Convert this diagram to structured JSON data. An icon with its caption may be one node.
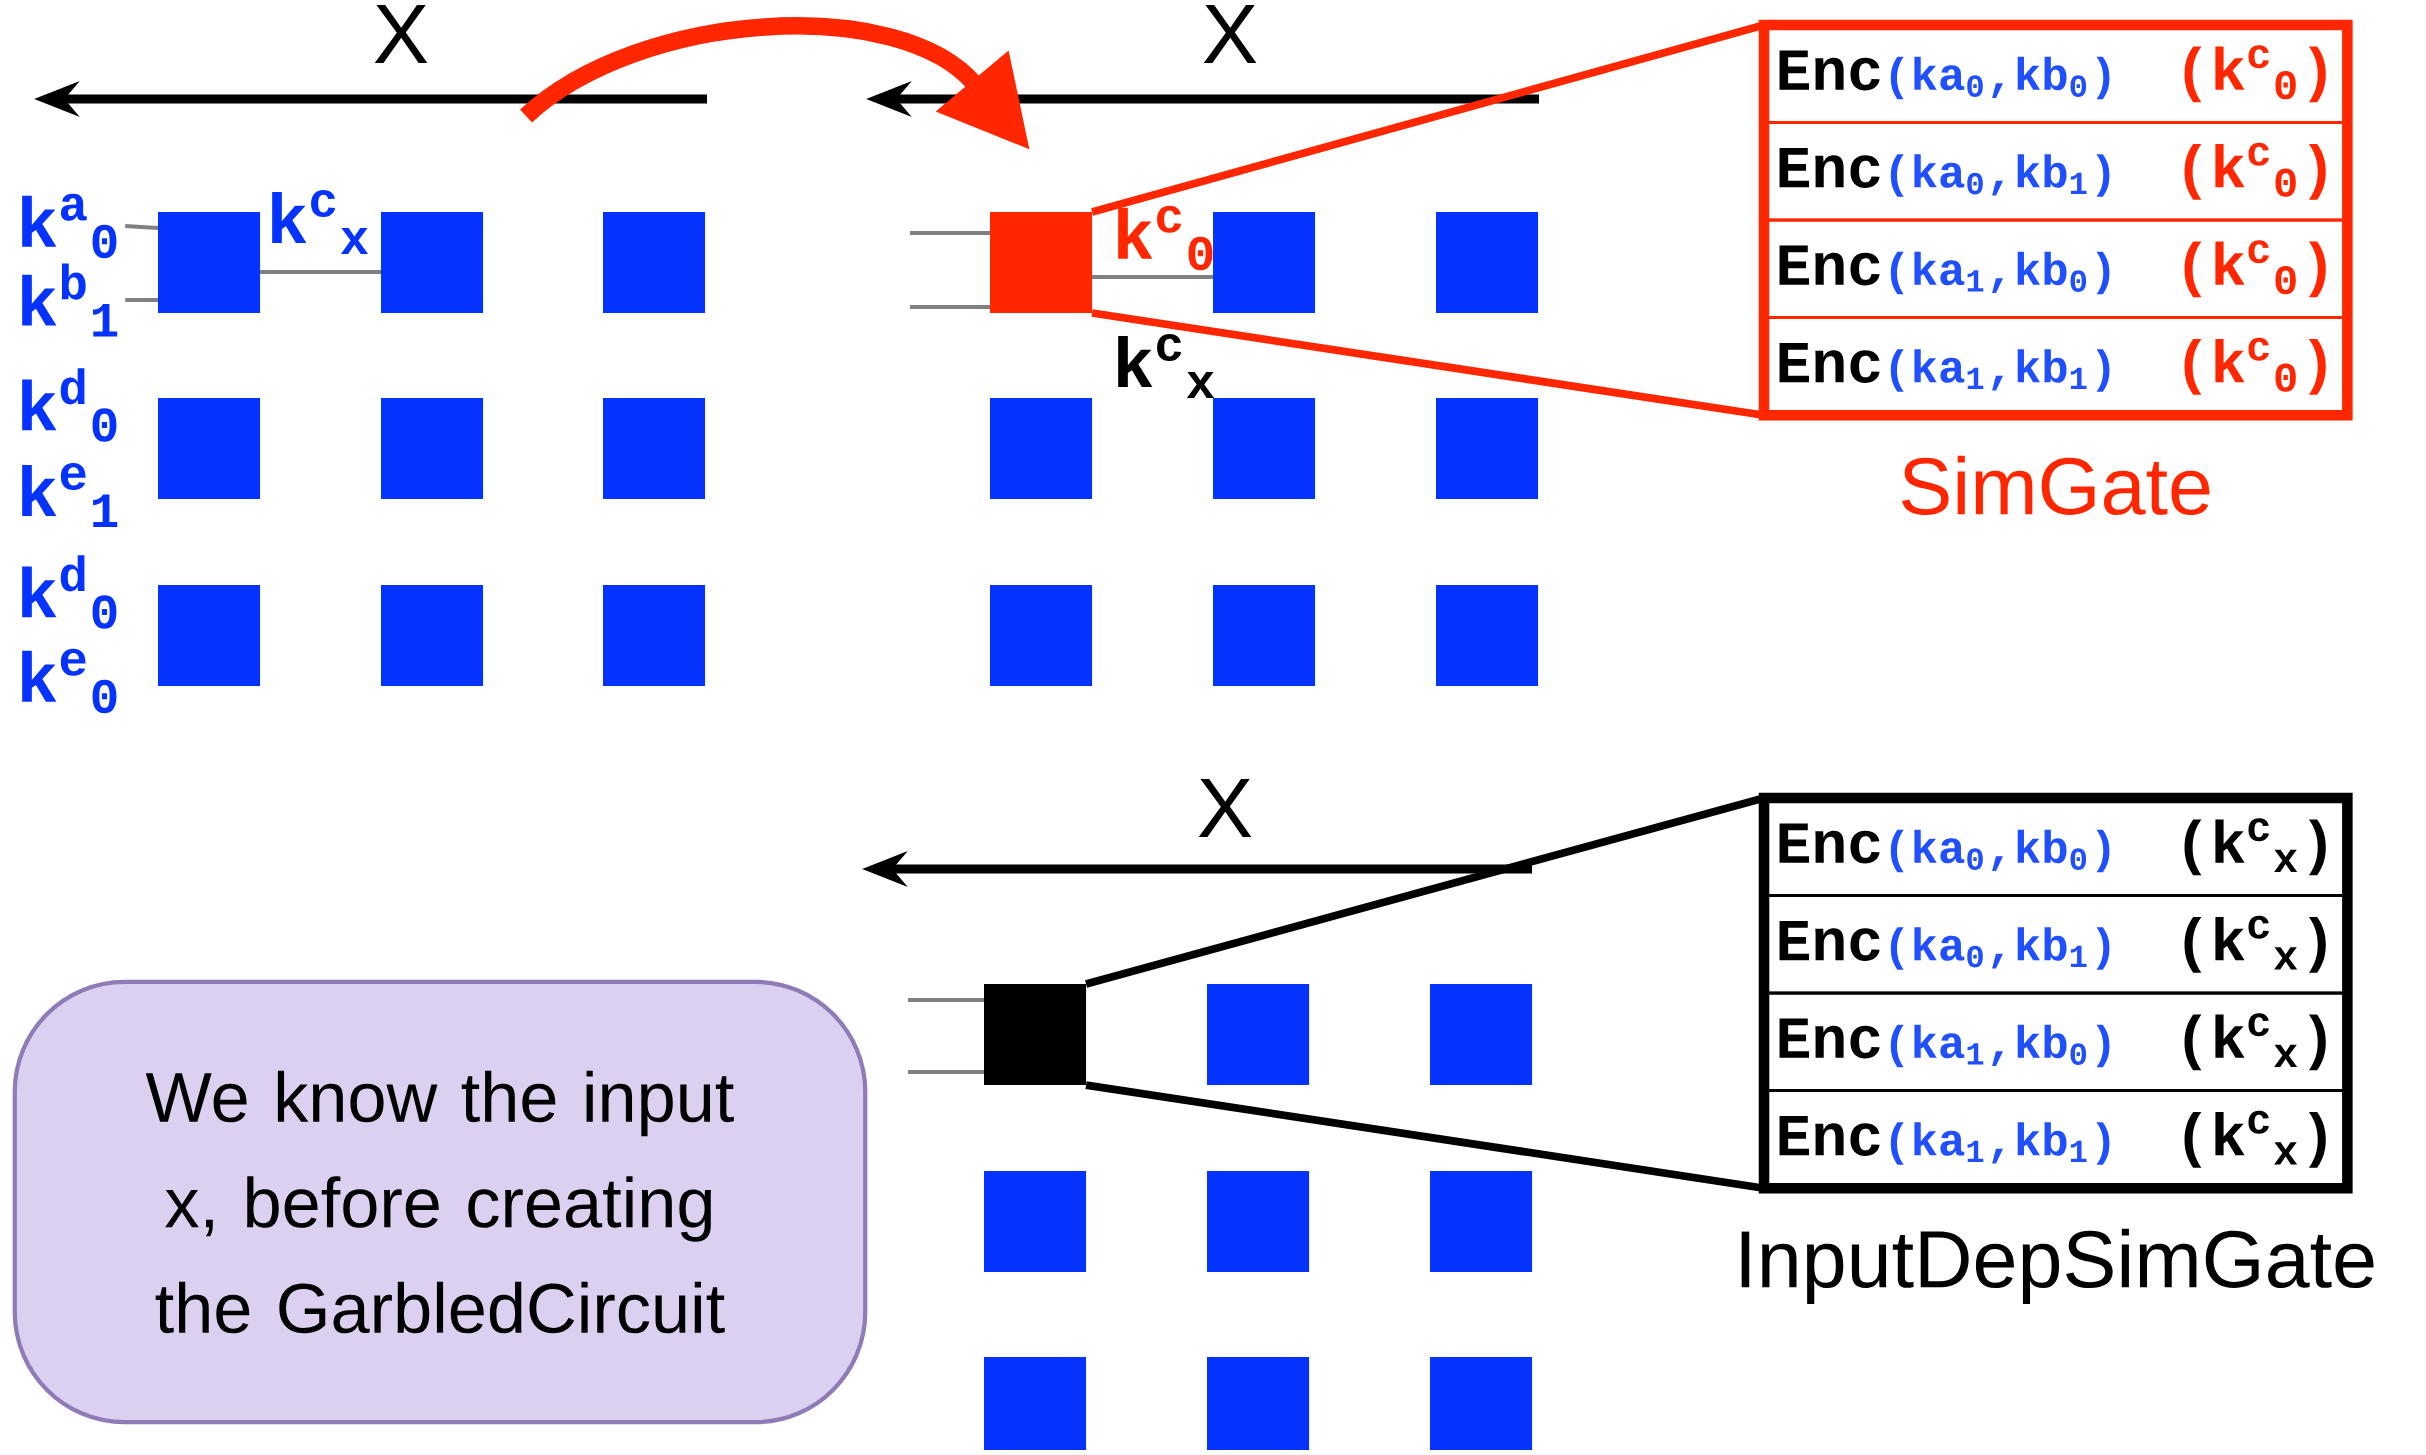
{
  "diagram": {
    "nodes": [
      {
        "text": [
          "k$^{a}$$_{0}$"
        ]
      },
      {
        "text": [
          "k$^{b}$$_{1}$"
        ]
      },
      {
        "text": [],
        "shape": "box"
      },
      {
        "text": [],
        "shape": "box"
      },
      {
        "text": [],
        "shape": "box"
      },
      {
        "text": [],
        "shape": "box"
      },
      {
        "text": [],
        "shape": "box"
      },
      {
        "text": [],
        "shape": "box"
      },
      {
        "text": [],
        "shape": "box"
      },
      {
        "text": [],
        "shape": "box"
      },
      {
        "text": [],
        "shape": "box"
      },
      {
        "text": [],
        "shape": "box"
      },
      {
        "text": [],
        "shape": "box"
      },
      {
        "text": [],
        "shape": "box"
      },
      {
        "text": [],
        "shape": "box"
      },
      {
        "text": [],
        "shape": "box"
      },
      {
        "text": [],
        "shape": "box"
      },
      {
        "text": [],
        "shape": "box"
      },
      {
        "text": [],
        "shape": "box"
      },
      {
        "text": [],
        "shape": "box"
      },
      {
        "text": [
          "SimGate"
        ]
      },
      {
        "text": [
          "Enc",
          "(ka$_{0}$,kb$_{0}$)",
          "(k$^{c}$$_{0}$)"
        ],
        "in": 20
      },
      {
        "text": [
          "Enc",
          "(ka$_{0}$,kb$_{1}$)",
          "(k$^{c}$$_{0}$)"
        ],
        "in": 20
      },
      {
        "text": [
          "Enc",
          "(ka$_{1}$,kb$_{0}$)",
          "(k$^{c}$$_{0}$)"
        ],
        "in": 20
      },
      {
        "text": [
          "Enc",
          "(ka$_{1}$,kb$_{1}$)",
          "(k$^{c}$$_{0}$)"
        ],
        "in": 20
      },
      {
        "text": [],
        "shape": "box"
      },
      {
        "text": [],
        "shape": "box"
      },
      {
        "text": [],
        "shape": "box"
      },
      {
        "text": [],
        "shape": "box"
      },
      {
        "text": [],
        "shape": "box"
      },
      {
        "text": [],
        "shape": "box"
      },
      {
        "text": [],
        "shape": "box"
      },
      {
        "text": [],
        "shape": "box"
      },
      {
        "text": [],
        "shape": "box"
      },
      {
        "text": [
          "InputDepSimGate"
        ]
      },
      {
        "text": [
          "Enc",
          "(ka$_{0}$,kb$_{0}$)",
          "(k$^{c}$$_{x}$)"
        ],
        "in": 34
      },
      {
        "text": [
          "Enc",
          "(ka$_{0}$,kb$_{1}$)",
          "(k$^{c}$$_{x}$)"
        ],
        "in": 34
      },
      {
        "text": [
          "Enc",
          "(ka$_{1}$,kb$_{0}$)",
          "(k$^{c}$$_{x}$)"
        ],
        "in": 34
      },
      {
        "text": [
          "Enc",
          "(ka$_{1}$,kb$_{1}$)",
          "(k$^{c}$$_{x}$)"
        ],
        "in": 34
      },
      {
        "text": [
          "We know the input x, before creating the GarbledCircuit"
        ]
      }
    ],
    "edges": [
      {
        "from": 0,
        "to": 2,
        "arrow": "none"
      },
      {
        "from": 1,
        "to": 2,
        "arrow": "none"
      },
      {
        "from": 2,
        "to": 3,
        "arrow": "none",
        "label": "k$^{c}$$_{x}$"
      },
      {
        "from": null,
        "to": 11,
        "arrow": "none"
      },
      {
        "from": null,
        "to": 11,
        "arrow": "none"
      },
      {
        "from": 11,
        "to": 12,
        "arrow": "none",
        "label": "k$^{c}$$_{0}$"
      },
      {
        "from": 11,
        "to": 20,
        "arrow": "none",
        "color": "#ff2600"
      },
      {
        "from": 11,
        "to": 20,
        "arrow": "none",
        "color": "#ff2600"
      },
      {
        "from": null,
        "to": 25,
        "arrow": "none"
      },
      {
        "from": null,
        "to": 25,
        "arrow": "none"
      },
      {
        "from": 25,
        "to": 34,
        "arrow": "none",
        "color": "#000000"
      },
      {
        "from": 25,
        "to": 34,
        "arrow": "none",
        "color": "#000000"
      }
    ],
    "labels": [
      "X",
      "X",
      "k$^{d}$$_{0}$",
      "k$^{e}$$_{1}$",
      "k$^{d}$$_{0}$",
      "k$^{e}$$_{0}$",
      "k$^{c}$$_{x}$",
      "X"
    ]
  }
}
